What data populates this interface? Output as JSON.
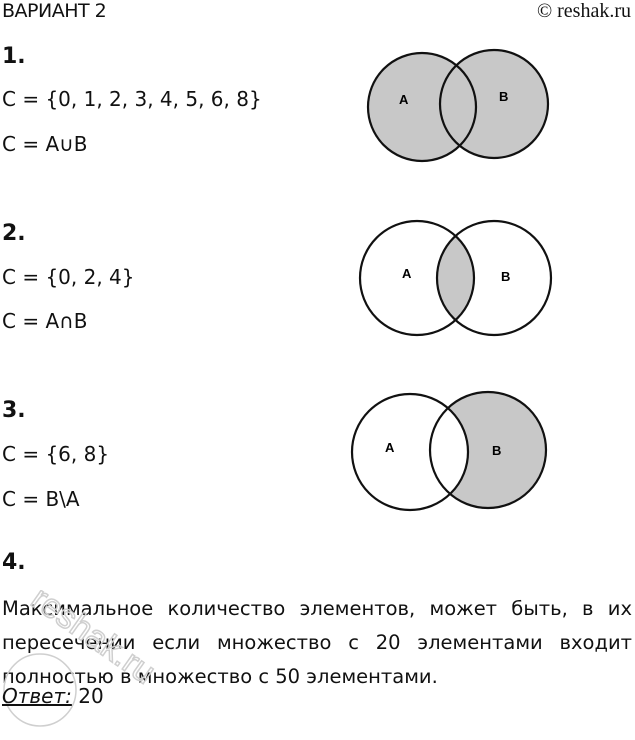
{
  "header": {
    "title": "ВАРИАНТ 2",
    "copyright": "© reshak.ru"
  },
  "problems": [
    {
      "number": "1.",
      "set_line": "C = {0, 1, 2, 3, 4, 5, 6, 8}",
      "formula_line": "C = A∪B",
      "diagram": {
        "label_a": "A",
        "label_b": "B",
        "shaded": "union"
      }
    },
    {
      "number": "2.",
      "set_line": "C = {0, 2, 4}",
      "formula_line": "C = A∩B",
      "diagram": {
        "label_a": "A",
        "label_b": "B",
        "shaded": "intersection"
      }
    },
    {
      "number": "3.",
      "set_line": "C = {6, 8}",
      "formula_line": "C = B\\A",
      "diagram": {
        "label_a": "A",
        "label_b": "B",
        "shaded": "B minus A"
      }
    },
    {
      "number": "4.",
      "text": "Максимальное количество элементов, может быть, в их пересечении если множество с 20 элементами входит полностью в множество с 50 элементами.",
      "answer_label": "Ответ:",
      "answer_value": " 20"
    }
  ],
  "colors": {
    "shade": "#c8c8c8",
    "stroke": "#111111"
  },
  "watermark": "reshak.ru"
}
